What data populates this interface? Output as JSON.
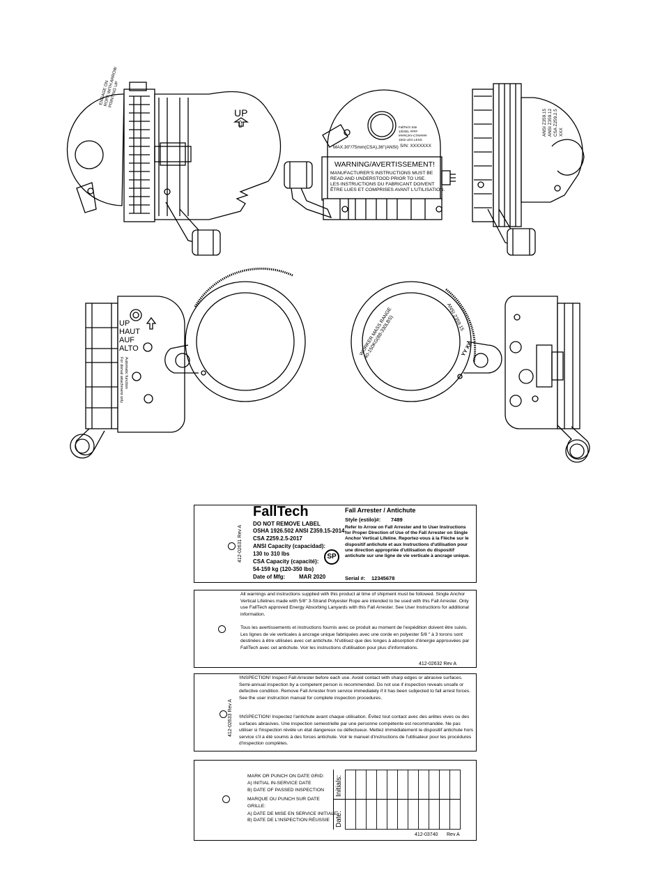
{
  "device_text": {
    "up": "UP",
    "engage_notice": [
      "ENGAGE ON",
      "ROPE WITH ARROW",
      "POINTING UP"
    ],
    "warning_title": "WARNING/AVERTISSEMENT!",
    "warning_lines": [
      "MANUFACTURER'S INSTRUCTIONS MUST BE",
      "READ AND UNDERSTOOD PRIOR TO USE.",
      "LES INSTRUCTIONS DU FABRICANT DOIVENT",
      "ÊTRE LUES ET COMPRISES AVANT L'UTILISATION."
    ],
    "max_rating": "MAX.30\"/75mm(CSA),36\"(ANSI)",
    "serial": "S/N: XXXXXXX",
    "plate_small": [
      "FallTech Site",
      "1/ESEL ####",
      "####CRY-CTR####",
      "1502 LEG LESS"
    ],
    "std_side": [
      "ANSI Z359.15",
      "ANSI Z359.12",
      "CSA Z259.2.5",
      "XXX"
    ],
    "up_multi": [
      "UP",
      "HAUT",
      "AUF",
      "ALTO"
    ],
    "dorsal": [
      "Automatic function",
      "For dorsal attachment only"
    ],
    "mass_range": [
      "WORKER MASS RANGE",
      "40-150KG(88-330LBS)"
    ],
    "arc_right": "ANSI Z359.15",
    "arc_code": "YY XX"
  },
  "label1": {
    "brand": "FallTech",
    "do_not_remove": "DO NOT REMOVE LABEL",
    "osha": "OSHA 1926.502   ANSI Z359.15-2014",
    "csa": "CSA Z259.2.5-2017",
    "ansi_cap_title": "ANSI Capacity (capacidad):",
    "ansi_cap_value": "130 to 310 lbs",
    "csa_cap_title": "CSA Capacity (capacité):",
    "csa_cap_value": "54-159 kg (120-350 lbs)",
    "mfg_label": "Date of Mfg:",
    "mfg_value": "MAR 2020",
    "part_no": "412-02631  Rev A",
    "title": "Fall Arrester / Antichute",
    "style_label": "Style (estilo)#:",
    "style_value": "7489",
    "instructions": "Refer to Arrow on Fall Arrester and to User Instructions for Proper Direction of Use of the Fall Arrester on Single Anchor Vertical Lifeline. Reportez-vous à la Flèche sur le dispositif antichute et aux Instructions d'utilisation pour une direction appropriée d'utilisation du dispositif antichute sur une ligne de vie verticale à ancrage unique.",
    "serial_label": "Serial #:",
    "serial_value": "12345678",
    "csa_mark": "SP"
  },
  "label2": {
    "text": "All warnings and instructions supplied with this product at time of shipment must be followed. Single Anchor Vertical Lifelines made with 5/8\" 3-Strand Polyester Rope are intended to be used with this Fall Arrester. Only use FallTech approved Energy Absorbing Lanyards with this Fall Arrester. See User Instructions for additional information.",
    "text_fr": "Tous les avertissements et instructions fournis avec ce produit au moment de l'expédition doivent être suivis. Les lignes de vie verticales à ancrage unique fabriquées avec une corde en polyester 5/8 \" à 3 torons sont destinées à être utilisées avec cet antichute. N'utilisez que des longes à absorption d'énergie approuvées par FallTech avec cet antichute. Voir les instructions d'utilisation pour plus d'informations.",
    "part_no": "412-02632    Rev A"
  },
  "label3": {
    "text": "!INSPECTION! Inspect Fall Arrester before each use. Avoid contact with sharp edges or abrasive surfaces. Semi-annual inspection by a competent person is recommended. Do not use if inspection reveals unsafe or defective condition. Remove Fall Arrester from service immediately if it has been subjected to fall arrest forces. See the user instruction manual for complete inspection procedures.",
    "text_fr": "!INSPECTION! Inspectez l'antichute avant chaque utilisation. Évitez tout contact avec des arêtes vives ou des surfaces abrasives. Une inspection semestrielle par une personne compétente est recommandée. Ne pas utiliser si l'inspection révèle un état dangereux ou défectueux. Mettez immédiatement le dispositif antichute hors service s'il a été soumis à des forces antichute. Voir le manuel d'instructions de l'utilisateur pour les procédures d'inspection complètes.",
    "part_no": "412-02633  Rev A"
  },
  "label4": {
    "heading_en": "MARK OR PUNCH ON DATE GRID:",
    "item_en_a": "A) INITIAL IN-SERVICE DATE",
    "item_en_b": "B) DATE OF PASSED INSPECTION",
    "heading_fr_1": "MARQUE OU PUNCH SUR DATE",
    "heading_fr_2": "GRILLE:",
    "item_fr_a": "A) DATE DE MISE EN SERVICE INITIALE",
    "item_fr_b": "B) DATE DE L'INSPECTION RÉUSSIE",
    "initials": "Initials:",
    "date": "Date:",
    "part_no": "412-03740",
    "rev": "Rev A"
  }
}
